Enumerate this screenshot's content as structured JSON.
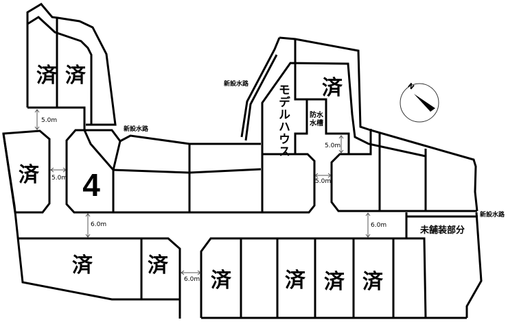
{
  "lots": {
    "sold_label": "済",
    "available_lot_number": "4",
    "model_house": "モデルハウス",
    "fire_tank": "防水水槽",
    "unpaved": "未舗装部分"
  },
  "waterway_label": "新設水路",
  "dimensions": {
    "d1": "5.0m",
    "d2": "5.0m",
    "d3": "5.0m",
    "d4": "5.0m",
    "d5": "6.0m",
    "d6": "6.0m",
    "d7": "6.0m"
  },
  "compass": {
    "north": "N"
  }
}
